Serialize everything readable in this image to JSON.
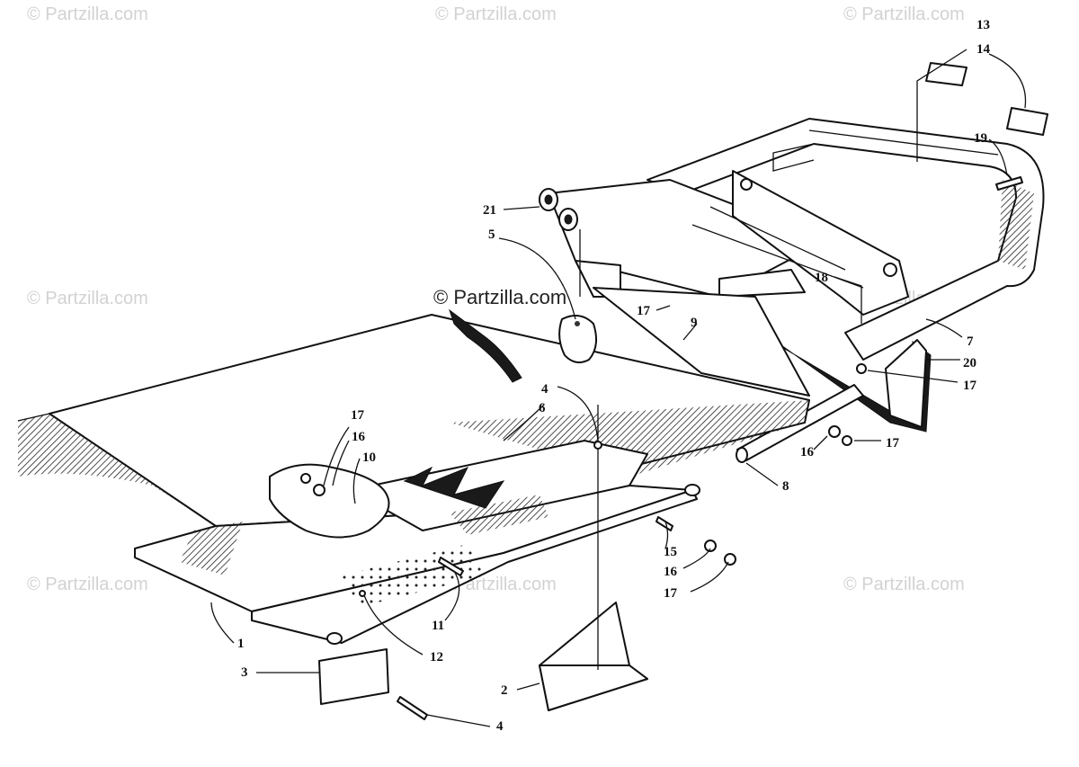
{
  "watermark": {
    "text": "© Partzilla.com",
    "center_text": "© Partzilla.com"
  },
  "callouts": {
    "c1": "1",
    "c2": "2",
    "c3": "3",
    "c4a": "4",
    "c4b": "4",
    "c5": "5",
    "c6": "6",
    "c7": "7",
    "c8": "8",
    "c9": "9",
    "c10": "10",
    "c11": "11",
    "c12": "12",
    "c13": "13",
    "c14": "14",
    "c15": "15",
    "c16a": "16",
    "c16b": "16",
    "c16c": "16",
    "c17a": "17",
    "c17b": "17",
    "c17c": "17",
    "c17d": "17",
    "c17e": "17",
    "c18": "18",
    "c19": "19",
    "c20": "20",
    "c21": "21"
  }
}
